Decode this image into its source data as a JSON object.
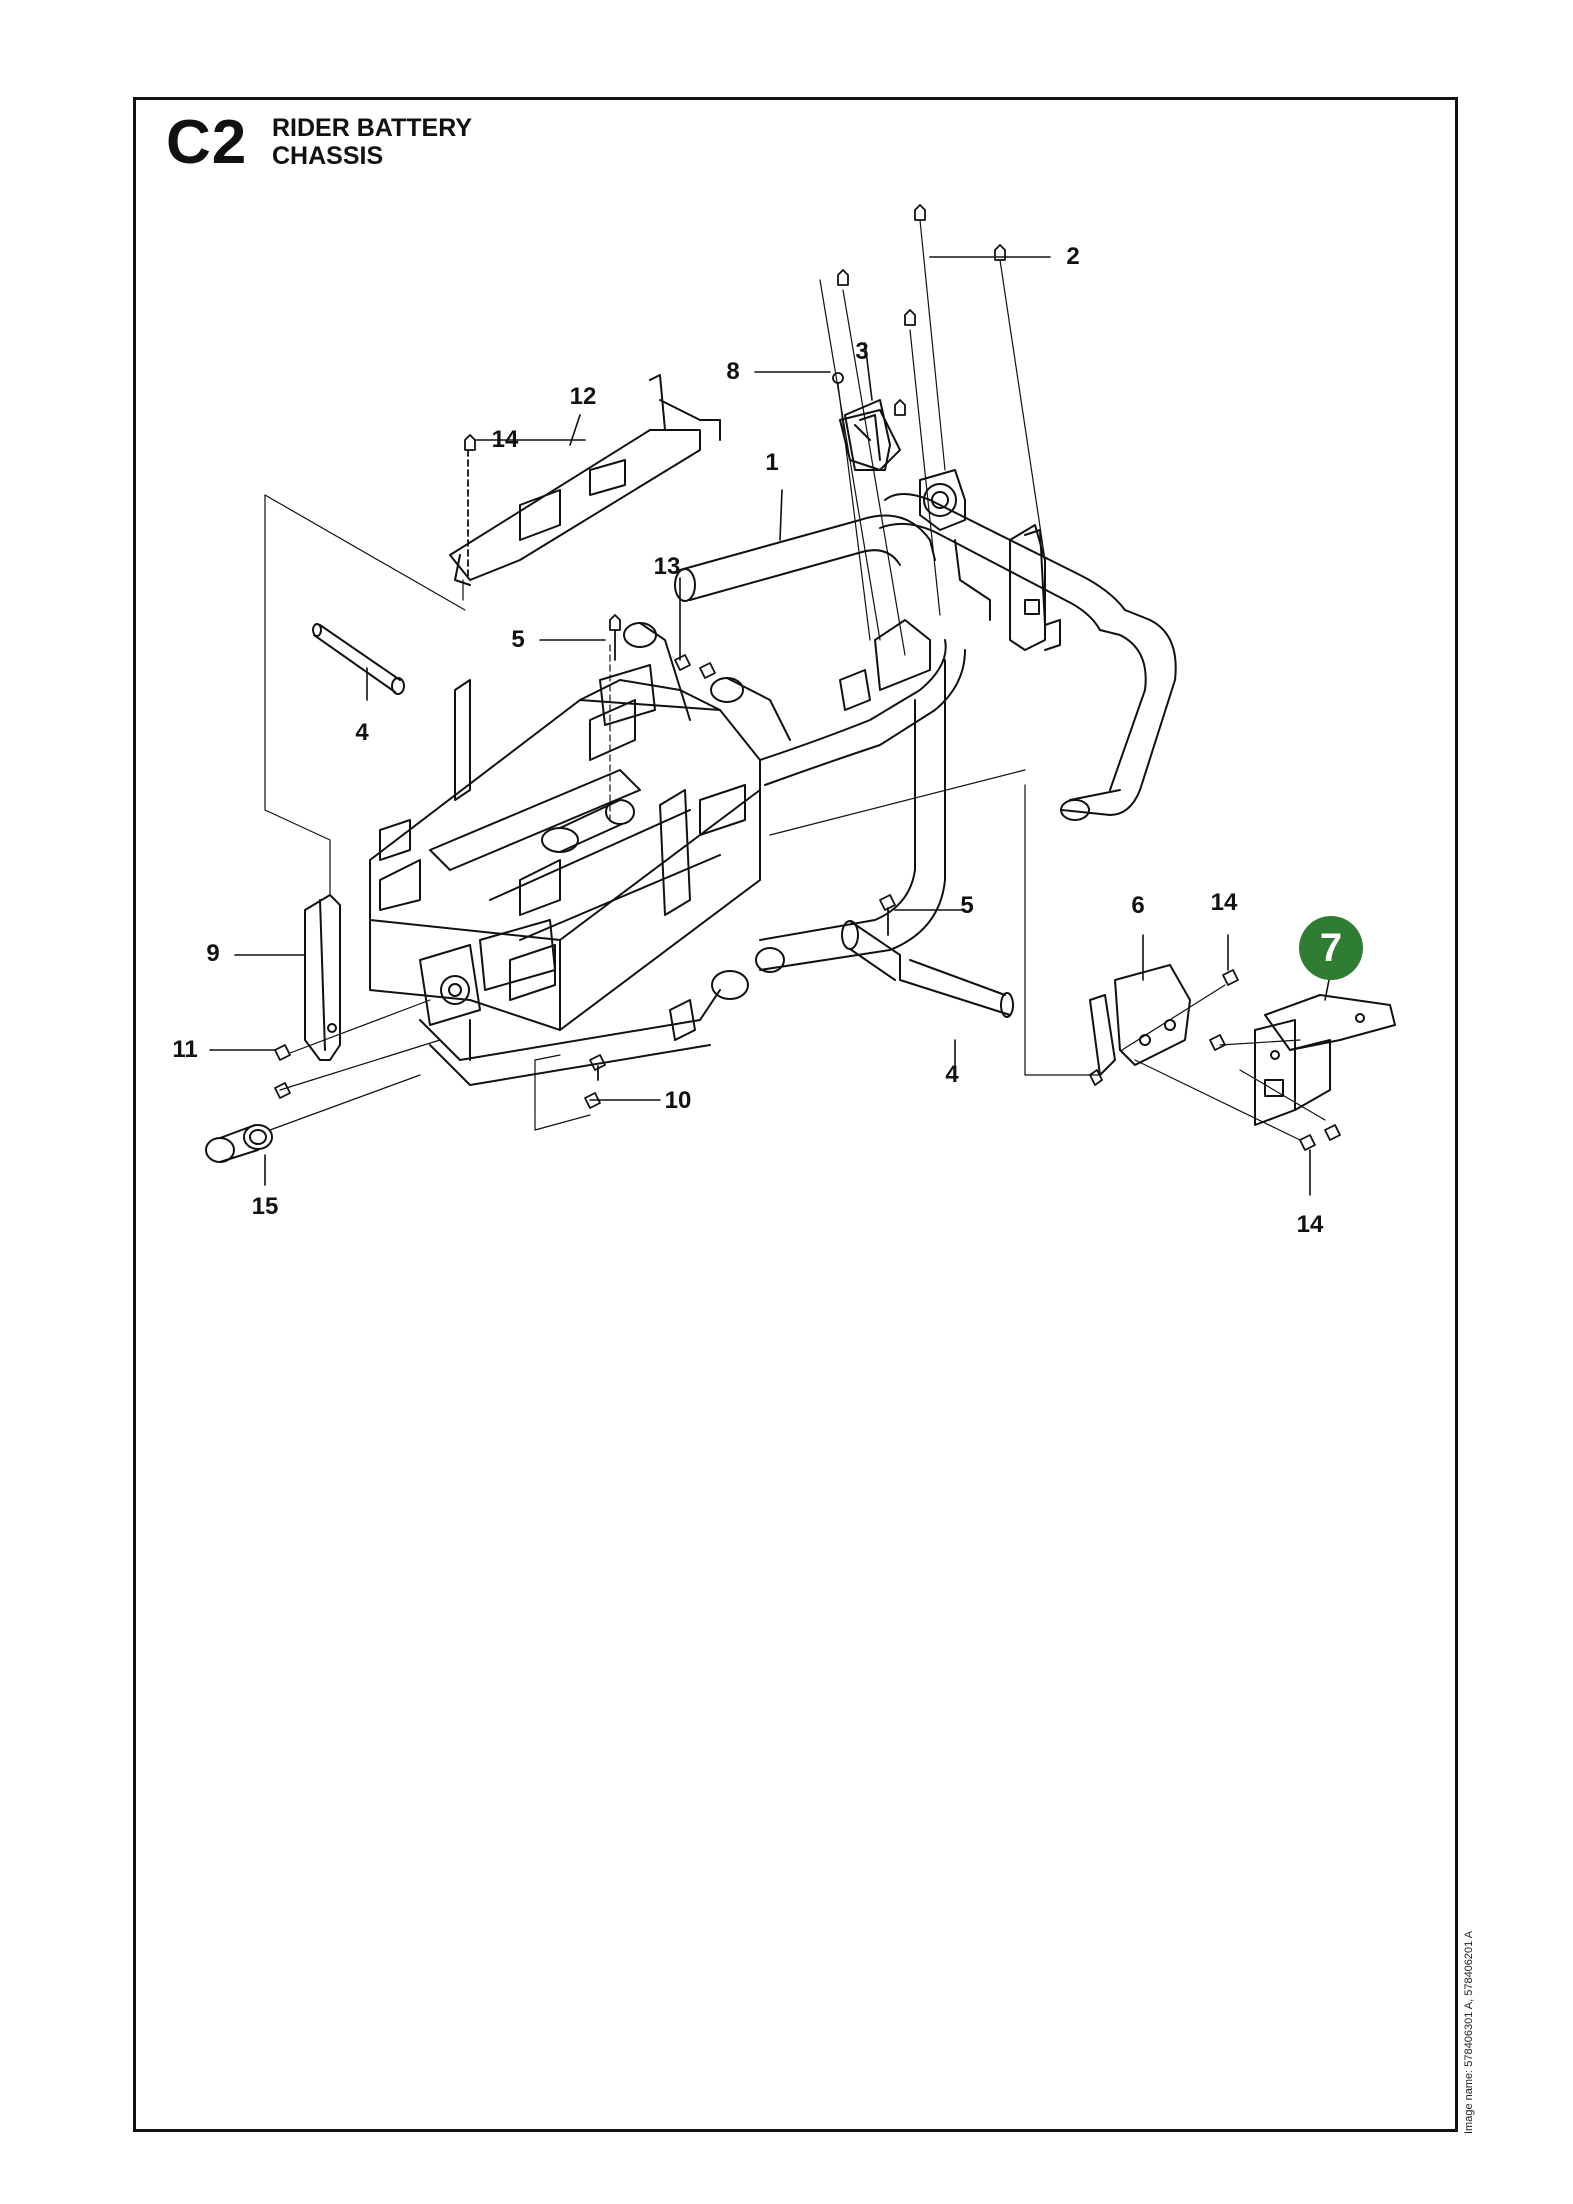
{
  "header": {
    "section_code": "C2",
    "title_line1": "RIDER BATTERY",
    "title_line2": "CHASSIS"
  },
  "labels": {
    "p1": "1",
    "p2": "2",
    "p3": "3",
    "p4a": "4",
    "p4b": "4",
    "p5a": "5",
    "p5b": "5",
    "p6": "6",
    "p8": "8",
    "p9": "9",
    "p10": "10",
    "p11": "11",
    "p12": "12",
    "p13": "13",
    "p14a": "14",
    "p14b": "14",
    "p14c": "14",
    "p15": "15"
  },
  "highlight": {
    "label": "7",
    "color": "#2e7d32"
  },
  "footer": {
    "image_name": "Image name: 578406301 A, 578406201 A"
  }
}
